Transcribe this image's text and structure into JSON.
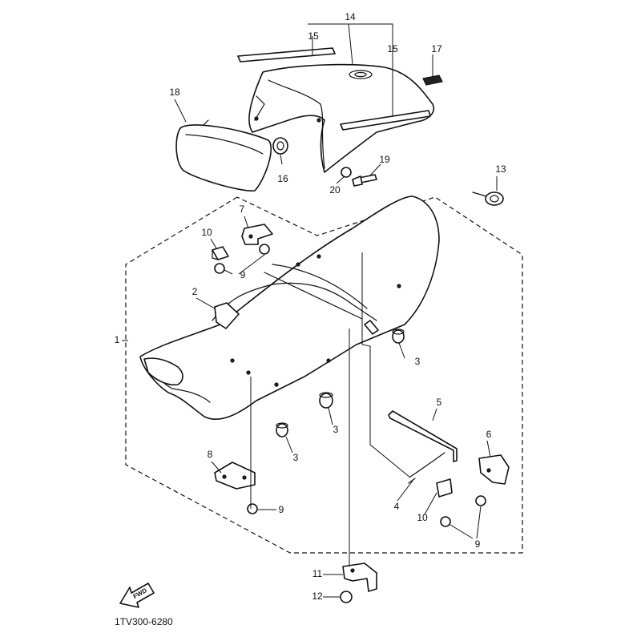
{
  "drawing_code": "1TV300-6280",
  "direction_label": "FWD",
  "callouts": {
    "c1": "1",
    "c2": "2",
    "c3a": "3",
    "c3b": "3",
    "c3c": "3",
    "c4": "4",
    "c5": "5",
    "c6": "6",
    "c7": "7",
    "c8": "8",
    "c9a": "9",
    "c9b": "9",
    "c9c": "9",
    "c10a": "10",
    "c10b": "10",
    "c11": "11",
    "c12": "12",
    "c13": "13",
    "c14": "14",
    "c15a": "15",
    "c15b": "15",
    "c16": "16",
    "c17": "17",
    "c18": "18",
    "c19": "19",
    "c20": "20"
  }
}
